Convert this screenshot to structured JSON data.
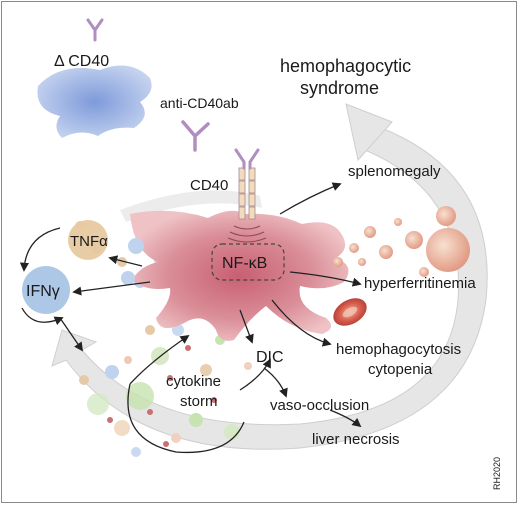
{
  "title": {
    "line1": "hemophagocytic",
    "line2": "syndrome"
  },
  "labels": {
    "delta_cd40": "Δ CD40",
    "anti_cd40ab": "anti-CD40ab",
    "cd40": "CD40",
    "tnf": "TNFα",
    "ifn": "IFNγ",
    "nfkb": "NF-κB",
    "dic": "DIC",
    "cytokine_storm_1": "cytokine",
    "cytokine_storm_2": "storm"
  },
  "outcomes": {
    "splenomegaly": "splenomegaly",
    "hyperferritinemia": "hyperferritinemia",
    "hemophagocytosis": "hemophagocytosis",
    "cytopenia": "cytopenia",
    "vaso_occlusion": "vaso-occlusion",
    "liver_necrosis": "liver necrosis"
  },
  "credit": "RH2020",
  "colors": {
    "macrophage": "#d98a96",
    "inactive_cell": "#8fa8d8",
    "antibody": "#b08ec0",
    "tnf_circle": "#e7c9a0",
    "ifn_circle": "#a9c4e6",
    "cycle_arrow": "#e4e4e4"
  }
}
